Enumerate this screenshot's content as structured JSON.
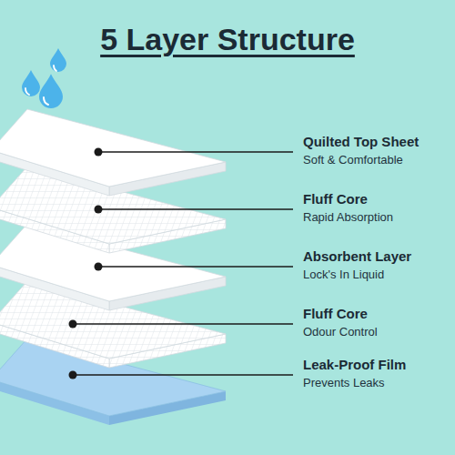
{
  "diagram": {
    "title": "5 Layer Structure",
    "labels": [
      "Quilted Top Sheet",
      "Soft & Comfortable",
      "Fluff Core",
      "Rapid Absorption",
      "Absorbent Layer",
      "Lock's In Liquid",
      "Fluff Core",
      "Odour Control",
      "Leak-Proof Film",
      "Prevents Leaks"
    ]
  }
}
